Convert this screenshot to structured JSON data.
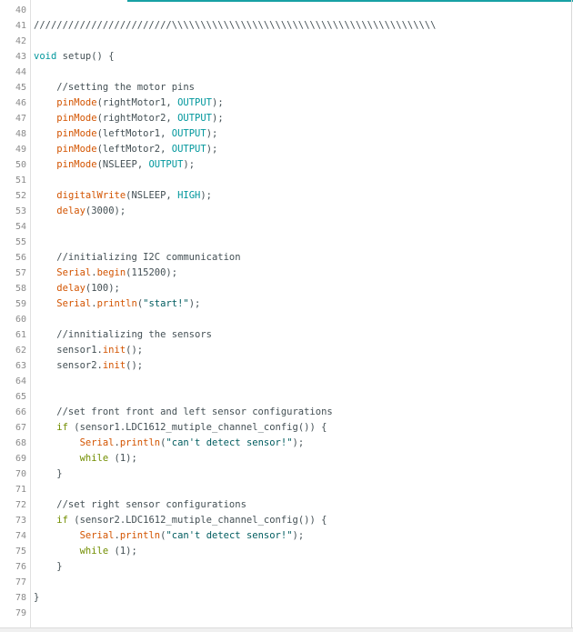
{
  "editor": {
    "lines": [
      {
        "n": "40",
        "tokens": []
      },
      {
        "n": "41",
        "tokens": [
          {
            "t": "////////////////////////\\\\\\\\\\\\\\\\\\\\\\\\\\\\\\\\\\\\\\\\\\\\\\\\\\\\\\\\\\\\\\\\\\\\\\\\\\\\\\\\\\\\\\\\\\\\",
            "c": "comment"
          }
        ]
      },
      {
        "n": "42",
        "tokens": []
      },
      {
        "n": "43",
        "tokens": [
          {
            "t": "void",
            "c": "kw"
          },
          {
            "t": " setup",
            "c": "plain"
          },
          {
            "t": "() {",
            "c": "plain"
          }
        ]
      },
      {
        "n": "44",
        "tokens": []
      },
      {
        "n": "45",
        "tokens": [
          {
            "t": "    //setting the motor pins",
            "c": "comment"
          }
        ]
      },
      {
        "n": "46",
        "tokens": [
          {
            "t": "    ",
            "c": "plain"
          },
          {
            "t": "pinMode",
            "c": "fn"
          },
          {
            "t": "(rightMotor1, ",
            "c": "plain"
          },
          {
            "t": "OUTPUT",
            "c": "const"
          },
          {
            "t": ");",
            "c": "plain"
          }
        ]
      },
      {
        "n": "47",
        "tokens": [
          {
            "t": "    ",
            "c": "plain"
          },
          {
            "t": "pinMode",
            "c": "fn"
          },
          {
            "t": "(rightMotor2, ",
            "c": "plain"
          },
          {
            "t": "OUTPUT",
            "c": "const"
          },
          {
            "t": ");",
            "c": "plain"
          }
        ]
      },
      {
        "n": "48",
        "tokens": [
          {
            "t": "    ",
            "c": "plain"
          },
          {
            "t": "pinMode",
            "c": "fn"
          },
          {
            "t": "(leftMotor1, ",
            "c": "plain"
          },
          {
            "t": "OUTPUT",
            "c": "const"
          },
          {
            "t": ");",
            "c": "plain"
          }
        ]
      },
      {
        "n": "49",
        "tokens": [
          {
            "t": "    ",
            "c": "plain"
          },
          {
            "t": "pinMode",
            "c": "fn"
          },
          {
            "t": "(leftMotor2, ",
            "c": "plain"
          },
          {
            "t": "OUTPUT",
            "c": "const"
          },
          {
            "t": ");",
            "c": "plain"
          }
        ]
      },
      {
        "n": "50",
        "tokens": [
          {
            "t": "    ",
            "c": "plain"
          },
          {
            "t": "pinMode",
            "c": "fn"
          },
          {
            "t": "(NSLEEP, ",
            "c": "plain"
          },
          {
            "t": "OUTPUT",
            "c": "const"
          },
          {
            "t": ");",
            "c": "plain"
          }
        ]
      },
      {
        "n": "51",
        "tokens": []
      },
      {
        "n": "52",
        "tokens": [
          {
            "t": "    ",
            "c": "plain"
          },
          {
            "t": "digitalWrite",
            "c": "fn"
          },
          {
            "t": "(NSLEEP, ",
            "c": "plain"
          },
          {
            "t": "HIGH",
            "c": "const"
          },
          {
            "t": ");",
            "c": "plain"
          }
        ]
      },
      {
        "n": "53",
        "tokens": [
          {
            "t": "    ",
            "c": "plain"
          },
          {
            "t": "delay",
            "c": "fn"
          },
          {
            "t": "(3000);",
            "c": "plain"
          }
        ]
      },
      {
        "n": "54",
        "tokens": []
      },
      {
        "n": "55",
        "tokens": []
      },
      {
        "n": "56",
        "tokens": [
          {
            "t": "    //initializing I2C communication",
            "c": "comment"
          }
        ]
      },
      {
        "n": "57",
        "tokens": [
          {
            "t": "    ",
            "c": "plain"
          },
          {
            "t": "Serial",
            "c": "fn"
          },
          {
            "t": ".",
            "c": "plain"
          },
          {
            "t": "begin",
            "c": "fn"
          },
          {
            "t": "(115200);",
            "c": "plain"
          }
        ]
      },
      {
        "n": "58",
        "tokens": [
          {
            "t": "    ",
            "c": "plain"
          },
          {
            "t": "delay",
            "c": "fn"
          },
          {
            "t": "(100);",
            "c": "plain"
          }
        ]
      },
      {
        "n": "59",
        "tokens": [
          {
            "t": "    ",
            "c": "plain"
          },
          {
            "t": "Serial",
            "c": "fn"
          },
          {
            "t": ".",
            "c": "plain"
          },
          {
            "t": "println",
            "c": "fn"
          },
          {
            "t": "(",
            "c": "plain"
          },
          {
            "t": "\"start!\"",
            "c": "str"
          },
          {
            "t": ");",
            "c": "plain"
          }
        ]
      },
      {
        "n": "60",
        "tokens": []
      },
      {
        "n": "61",
        "tokens": [
          {
            "t": "    //innitializing the sensors",
            "c": "comment"
          }
        ]
      },
      {
        "n": "62",
        "tokens": [
          {
            "t": "    sensor1.",
            "c": "plain"
          },
          {
            "t": "init",
            "c": "fn"
          },
          {
            "t": "();",
            "c": "plain"
          }
        ]
      },
      {
        "n": "63",
        "tokens": [
          {
            "t": "    sensor2.",
            "c": "plain"
          },
          {
            "t": "init",
            "c": "fn"
          },
          {
            "t": "();",
            "c": "plain"
          }
        ]
      },
      {
        "n": "64",
        "tokens": []
      },
      {
        "n": "65",
        "tokens": []
      },
      {
        "n": "66",
        "tokens": [
          {
            "t": "    //set front front and left sensor configurations",
            "c": "comment"
          }
        ]
      },
      {
        "n": "67",
        "tokens": [
          {
            "t": "    ",
            "c": "plain"
          },
          {
            "t": "if",
            "c": "ctrl"
          },
          {
            "t": " (sensor1.LDC1612_mutiple_channel_config()) {",
            "c": "plain"
          }
        ]
      },
      {
        "n": "68",
        "tokens": [
          {
            "t": "        ",
            "c": "plain"
          },
          {
            "t": "Serial",
            "c": "fn"
          },
          {
            "t": ".",
            "c": "plain"
          },
          {
            "t": "println",
            "c": "fn"
          },
          {
            "t": "(",
            "c": "plain"
          },
          {
            "t": "\"can't detect sensor!\"",
            "c": "str"
          },
          {
            "t": ");",
            "c": "plain"
          }
        ]
      },
      {
        "n": "69",
        "tokens": [
          {
            "t": "        ",
            "c": "plain"
          },
          {
            "t": "while",
            "c": "ctrl"
          },
          {
            "t": " (1);",
            "c": "plain"
          }
        ]
      },
      {
        "n": "70",
        "tokens": [
          {
            "t": "    }",
            "c": "plain"
          }
        ]
      },
      {
        "n": "71",
        "tokens": []
      },
      {
        "n": "72",
        "tokens": [
          {
            "t": "    //set right sensor configurations",
            "c": "comment"
          }
        ]
      },
      {
        "n": "73",
        "tokens": [
          {
            "t": "    ",
            "c": "plain"
          },
          {
            "t": "if",
            "c": "ctrl"
          },
          {
            "t": " (sensor2.LDC1612_mutiple_channel_config()) {",
            "c": "plain"
          }
        ]
      },
      {
        "n": "74",
        "tokens": [
          {
            "t": "        ",
            "c": "plain"
          },
          {
            "t": "Serial",
            "c": "fn"
          },
          {
            "t": ".",
            "c": "plain"
          },
          {
            "t": "println",
            "c": "fn"
          },
          {
            "t": "(",
            "c": "plain"
          },
          {
            "t": "\"can't detect sensor!\"",
            "c": "str"
          },
          {
            "t": ");",
            "c": "plain"
          }
        ]
      },
      {
        "n": "75",
        "tokens": [
          {
            "t": "        ",
            "c": "plain"
          },
          {
            "t": "while",
            "c": "ctrl"
          },
          {
            "t": " (1);",
            "c": "plain"
          }
        ]
      },
      {
        "n": "76",
        "tokens": [
          {
            "t": "    }",
            "c": "plain"
          }
        ]
      },
      {
        "n": "77",
        "tokens": []
      },
      {
        "n": "78",
        "tokens": [
          {
            "t": "}",
            "c": "plain"
          }
        ]
      },
      {
        "n": "79",
        "tokens": []
      }
    ]
  },
  "colors": {
    "accent": "#17a1a5",
    "keyword": "#00979c",
    "function": "#d35400",
    "control": "#728e00",
    "text": "#434f54"
  }
}
